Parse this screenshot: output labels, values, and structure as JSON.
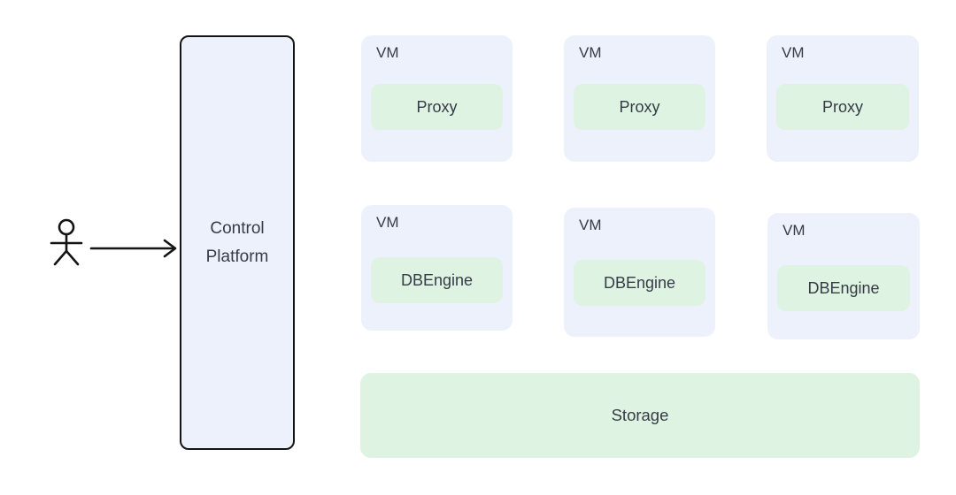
{
  "colors": {
    "canvas-bg": "#ffffff",
    "node-blue": "#EDF1FB",
    "node-green": "#DEF3E1",
    "stroke-dark": "#141414",
    "text-dark": "#363C47"
  },
  "actor": {
    "icon": "stick-figure-actor"
  },
  "control_platform": {
    "label": "Control Platform"
  },
  "vm_nodes": [
    {
      "label": "VM",
      "service": "Proxy"
    },
    {
      "label": "VM",
      "service": "Proxy"
    },
    {
      "label": "VM",
      "service": "Proxy"
    },
    {
      "label": "VM",
      "service": "DBEngine"
    },
    {
      "label": "VM",
      "service": "DBEngine"
    },
    {
      "label": "VM",
      "service": "DBEngine"
    }
  ],
  "storage": {
    "label": "Storage"
  }
}
